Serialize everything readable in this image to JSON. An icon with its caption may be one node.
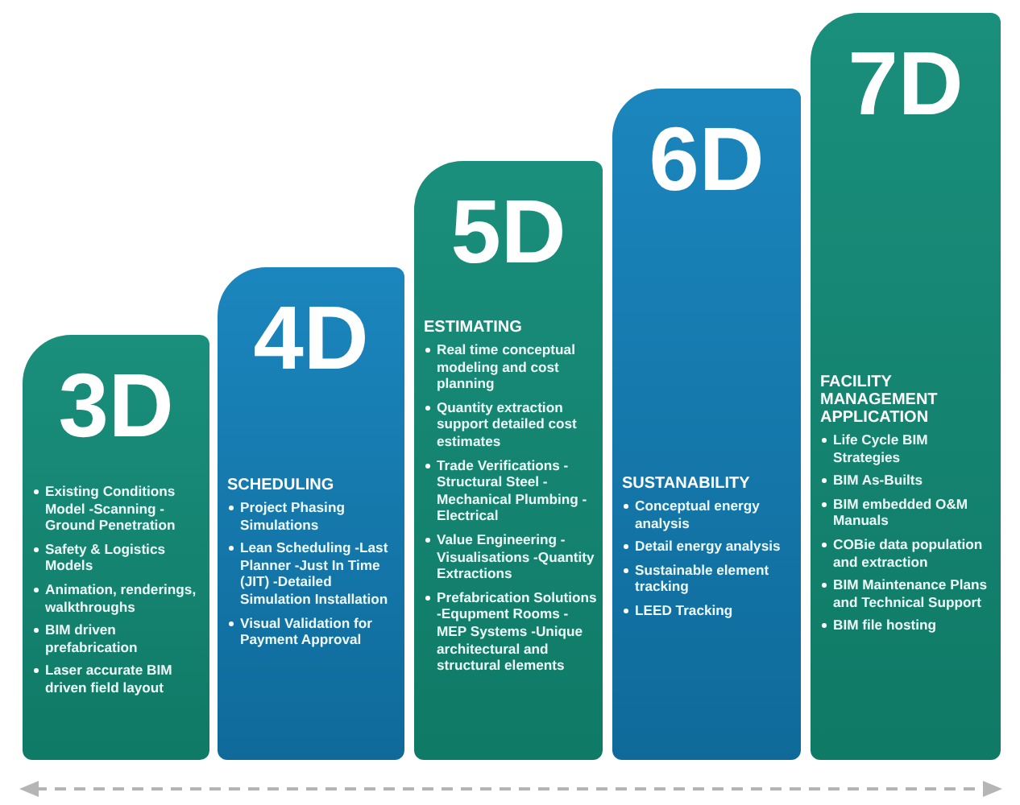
{
  "diagram": {
    "nodes": [
      {
        "text": [
          "3D",
          "Existing Conditions Model -Scanning -Ground Penetration",
          "Safety & Logistics Models",
          "Animation, renderings, walkthroughs",
          "BIM driven prefabrication",
          "Laser accurate BIM driven field layout"
        ]
      },
      {
        "text": [
          "4D",
          "SCHEDULING",
          "Project Phasing Simulations",
          "Lean Scheduling -Last Planner -Just In Time (JIT) -Detailed Simulation Installation",
          "Visual Validation for Payment Approval"
        ]
      },
      {
        "text": [
          "5D",
          "ESTIMATING",
          "Real time conceptual modeling and cost planning",
          "Quantity extraction support detailed cost estimates",
          "Trade Verifications -Structural Steel -Mechanical Plumbing -Electrical",
          "Value Engineering -Visualisations -Quantity Extractions",
          "Prefabrication Solutions -Equpment Rooms -MEP Systems -Unique architectural and structural elements"
        ]
      },
      {
        "text": [
          "6D",
          "SUSTANABILITY",
          "Conceptual energy analysis",
          "Detail energy analysis",
          "Sustainable element tracking",
          "LEED Tracking"
        ]
      },
      {
        "text": [
          "7D",
          "FACILITY MANAGEMENT APPLICATION",
          "Life Cycle BIM Strategies",
          "BIM As-Builts",
          "BIM embedded O&M Manuals",
          "COBie data population and extraction",
          "BIM Maintenance Plans and Technical Support",
          "BIM file hosting"
        ]
      }
    ]
  }
}
